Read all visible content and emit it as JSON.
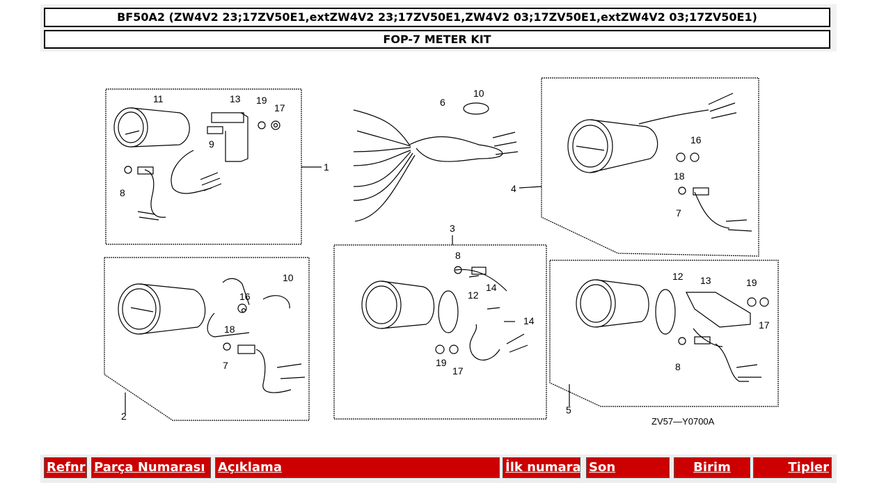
{
  "header": {
    "model": "BF50A2 (ZW4V2 23;17ZV50E1,extZW4V2 23;17ZV50E1,ZW4V2 03;17ZV50E1,extZW4V2 03;17ZV50E1)",
    "group": "FOP-7 METER KIT"
  },
  "diagram": {
    "caption": "ZV57—Y0700A",
    "labels": {
      "l1": "1",
      "l2": "2",
      "l3": "3",
      "l4": "4",
      "l5": "5",
      "l6": "6",
      "l7": "7",
      "l8": "8",
      "l9": "9",
      "l10": "10",
      "l11": "11",
      "l12": "12",
      "l13": "13",
      "l14": "14",
      "l16": "16",
      "l17": "17",
      "l18": "18",
      "l19": "19"
    }
  },
  "table": {
    "columns": [
      "Refnr",
      "Parça Numarası",
      "Açıklama",
      "İlk numara",
      "Son",
      "Birim",
      "Tipler"
    ]
  }
}
